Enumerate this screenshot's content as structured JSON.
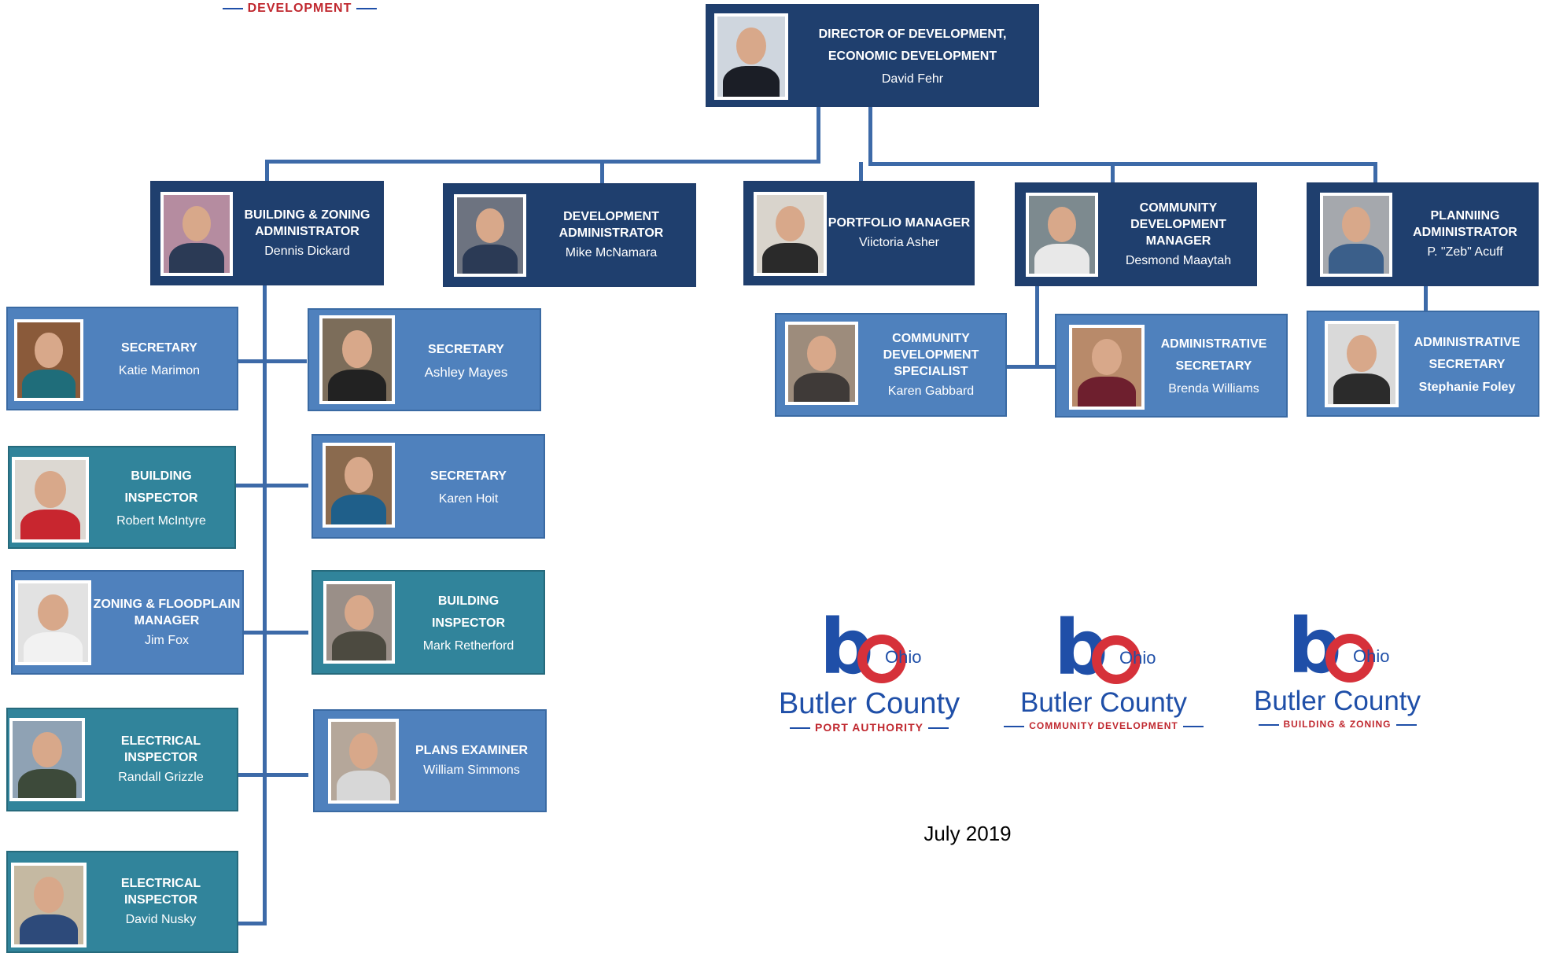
{
  "top_logo": {
    "sub": "DEVELOPMENT"
  },
  "director": {
    "title": "DIRECTOR  OF DEVELOPMENT, ECONOMIC DEVELOPMENT",
    "name": "David Fehr"
  },
  "managers": [
    {
      "title": "BUILDING & ZONING ADMINISTRATOR",
      "name": "Dennis Dickard"
    },
    {
      "title": "DEVELOPMENT ADMINISTRATOR",
      "name": "Mike  McNamara"
    },
    {
      "title": "PORTFOLIO MANAGER",
      "name": "Viictoria Asher"
    },
    {
      "title": "COMMUNITY DEVELOPMENT MANAGER",
      "name": "Desmond  Maaytah"
    },
    {
      "title": "PLANNIING ADMINISTRATOR",
      "name": "P. \"Zeb\" Acuff"
    }
  ],
  "bz_left": [
    {
      "title": "SECRETARY",
      "name": "Katie Marimon"
    },
    {
      "title": "BUILDING INSPECTOR",
      "name": "Robert McIntyre"
    },
    {
      "title": "ZONING & FLOODPLAIN MANAGER",
      "name": "Jim Fox"
    },
    {
      "title": "ELECTRICAL INSPECTOR",
      "name": "Randall Grizzle"
    },
    {
      "title": "ELECTRICAL INSPECTOR",
      "name": "David Nusky"
    }
  ],
  "bz_right": [
    {
      "title": "SECRETARY",
      "name": "Ashley Mayes"
    },
    {
      "title": "SECRETARY",
      "name": "Karen Hoit"
    },
    {
      "title": "BUILDING INSPECTOR",
      "name": "Mark Retherford"
    },
    {
      "title": "PLANS EXAMINER",
      "name": "William Simmons"
    }
  ],
  "cd_staff": [
    {
      "title": "COMMUNITY DEVELOPMENT SPECIALIST",
      "name": "Karen Gabbard"
    },
    {
      "title": "ADMINISTRATIVE SECRETARY",
      "name": "Brenda Williams"
    }
  ],
  "plan_staff": {
    "title": "ADMINISTRATIVE SECRETARY",
    "name": "Stephanie Foley"
  },
  "logos": [
    {
      "ohio": "Ohio",
      "main": "Butler County",
      "sub": "PORT AUTHORITY"
    },
    {
      "ohio": "Ohio",
      "main": "Butler County",
      "sub": "COMMUNITY DEVELOPMENT"
    },
    {
      "ohio": "Ohio",
      "main": "Butler County",
      "sub": "BUILDING & ZONING"
    }
  ],
  "date": "July 2019",
  "colors": {
    "navy": "#1f3f6e",
    "blue": "#4f81bd",
    "teal": "#31849b",
    "connector": "#3d6aa8",
    "logo_blue": "#1f4fa8",
    "logo_red": "#d6313a"
  }
}
